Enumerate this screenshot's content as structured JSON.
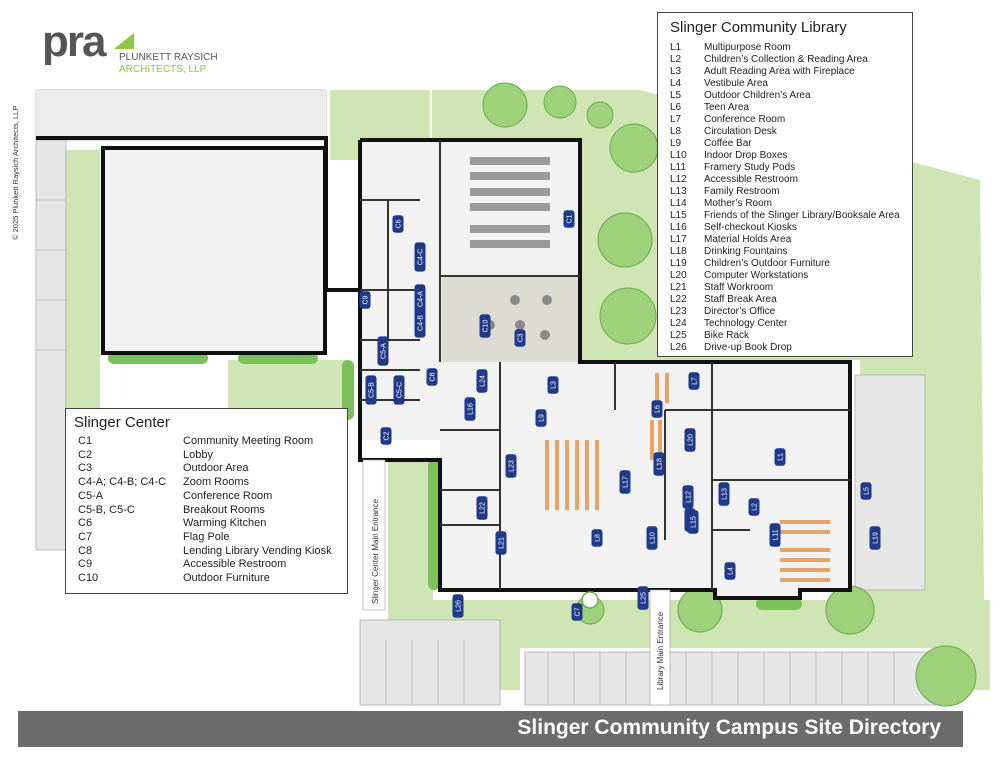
{
  "logo": {
    "mark": "pra",
    "line1": "PLUNKETT RAYSICH",
    "line2": "ARCHITECTS, LLP"
  },
  "copyright": "© 2025 Plunkett Raysich Architects, LLP",
  "banner_title": "Slinger Community Campus Site Directory",
  "colors": {
    "grass": "#cfe6b4",
    "tree": "#9ed27a",
    "hedge": "#7cc05a",
    "wall": "#111111",
    "floor": "#f2f2f2",
    "badge": "#1f3a8a",
    "banner": "#6b6b6b",
    "logo_green": "#8dc63f"
  },
  "entrances": {
    "center": "Slinger Center Main Entrance",
    "library": "Library Main Entrance"
  },
  "library_legend": {
    "title": "Slinger Community Library",
    "items": [
      {
        "code": "L1",
        "name": "Multipurpose Room"
      },
      {
        "code": "L2",
        "name": "Children’s Collection & Reading Area"
      },
      {
        "code": "L3",
        "name": "Adult Reading Area with Fireplace"
      },
      {
        "code": "L4",
        "name": "Vestibule Area"
      },
      {
        "code": "L5",
        "name": "Outdoor Children’s Area"
      },
      {
        "code": "L6",
        "name": "Teen Area"
      },
      {
        "code": "L7",
        "name": "Conference Room"
      },
      {
        "code": "L8",
        "name": "Circulation Desk"
      },
      {
        "code": "L9",
        "name": "Coffee Bar"
      },
      {
        "code": "L10",
        "name": "Indoor Drop Boxes"
      },
      {
        "code": "L11",
        "name": "Framery Study Pods"
      },
      {
        "code": "L12",
        "name": "Accessible Restroom"
      },
      {
        "code": "L13",
        "name": "Family Restroom"
      },
      {
        "code": "L14",
        "name": "Mother’s Room"
      },
      {
        "code": "L15",
        "name": "Friends of the Slinger Library/Booksale Area"
      },
      {
        "code": "L16",
        "name": "Self-checkout Kiosks"
      },
      {
        "code": "L17",
        "name": "Material Holds Area"
      },
      {
        "code": "L18",
        "name": "Drinking Fountains"
      },
      {
        "code": "L19",
        "name": "Children’s Outdoor Furniture"
      },
      {
        "code": "L20",
        "name": "Computer Workstations"
      },
      {
        "code": "L21",
        "name": "Staff Workroom"
      },
      {
        "code": "L22",
        "name": "Staff Break Area"
      },
      {
        "code": "L23",
        "name": "Director’s Office"
      },
      {
        "code": "L24",
        "name": "Technology Center"
      },
      {
        "code": "L25",
        "name": "Bike Rack"
      },
      {
        "code": "L26",
        "name": "Drive-up Book Drop"
      }
    ]
  },
  "center_legend": {
    "title": "Slinger Center",
    "items": [
      {
        "code": "C1",
        "name": "Community Meeting Room"
      },
      {
        "code": "C2",
        "name": "Lobby"
      },
      {
        "code": "C3",
        "name": "Outdoor Area"
      },
      {
        "code": "C4-A; C4-B; C4-C",
        "name": "Zoom Rooms"
      },
      {
        "code": "C5-A",
        "name": "Conference Room"
      },
      {
        "code": "C5-B, C5-C",
        "name": "Breakout Rooms"
      },
      {
        "code": "C6",
        "name": "Warming Kitchen"
      },
      {
        "code": "C7",
        "name": "Flag Pole"
      },
      {
        "code": "C8",
        "name": "Lending Library Vending Kiosk"
      },
      {
        "code": "C9",
        "name": "Accessible Restroom"
      },
      {
        "code": "C10",
        "name": "Outdoor Furniture"
      }
    ]
  },
  "badges": [
    "C1",
    "C2",
    "C3",
    "C4-A",
    "C4-B",
    "C4-C",
    "C5-A",
    "C5-B",
    "C5-C",
    "C6",
    "C7",
    "C8",
    "C9",
    "C10",
    "L1",
    "L2",
    "L3",
    "L4",
    "L5",
    "L6",
    "L7",
    "L8",
    "L9",
    "L10",
    "L11",
    "L12",
    "L13",
    "L14",
    "L15",
    "L16",
    "L17",
    "L18",
    "L19",
    "L20",
    "L21",
    "L22",
    "L23",
    "L24",
    "L25",
    "L26"
  ]
}
